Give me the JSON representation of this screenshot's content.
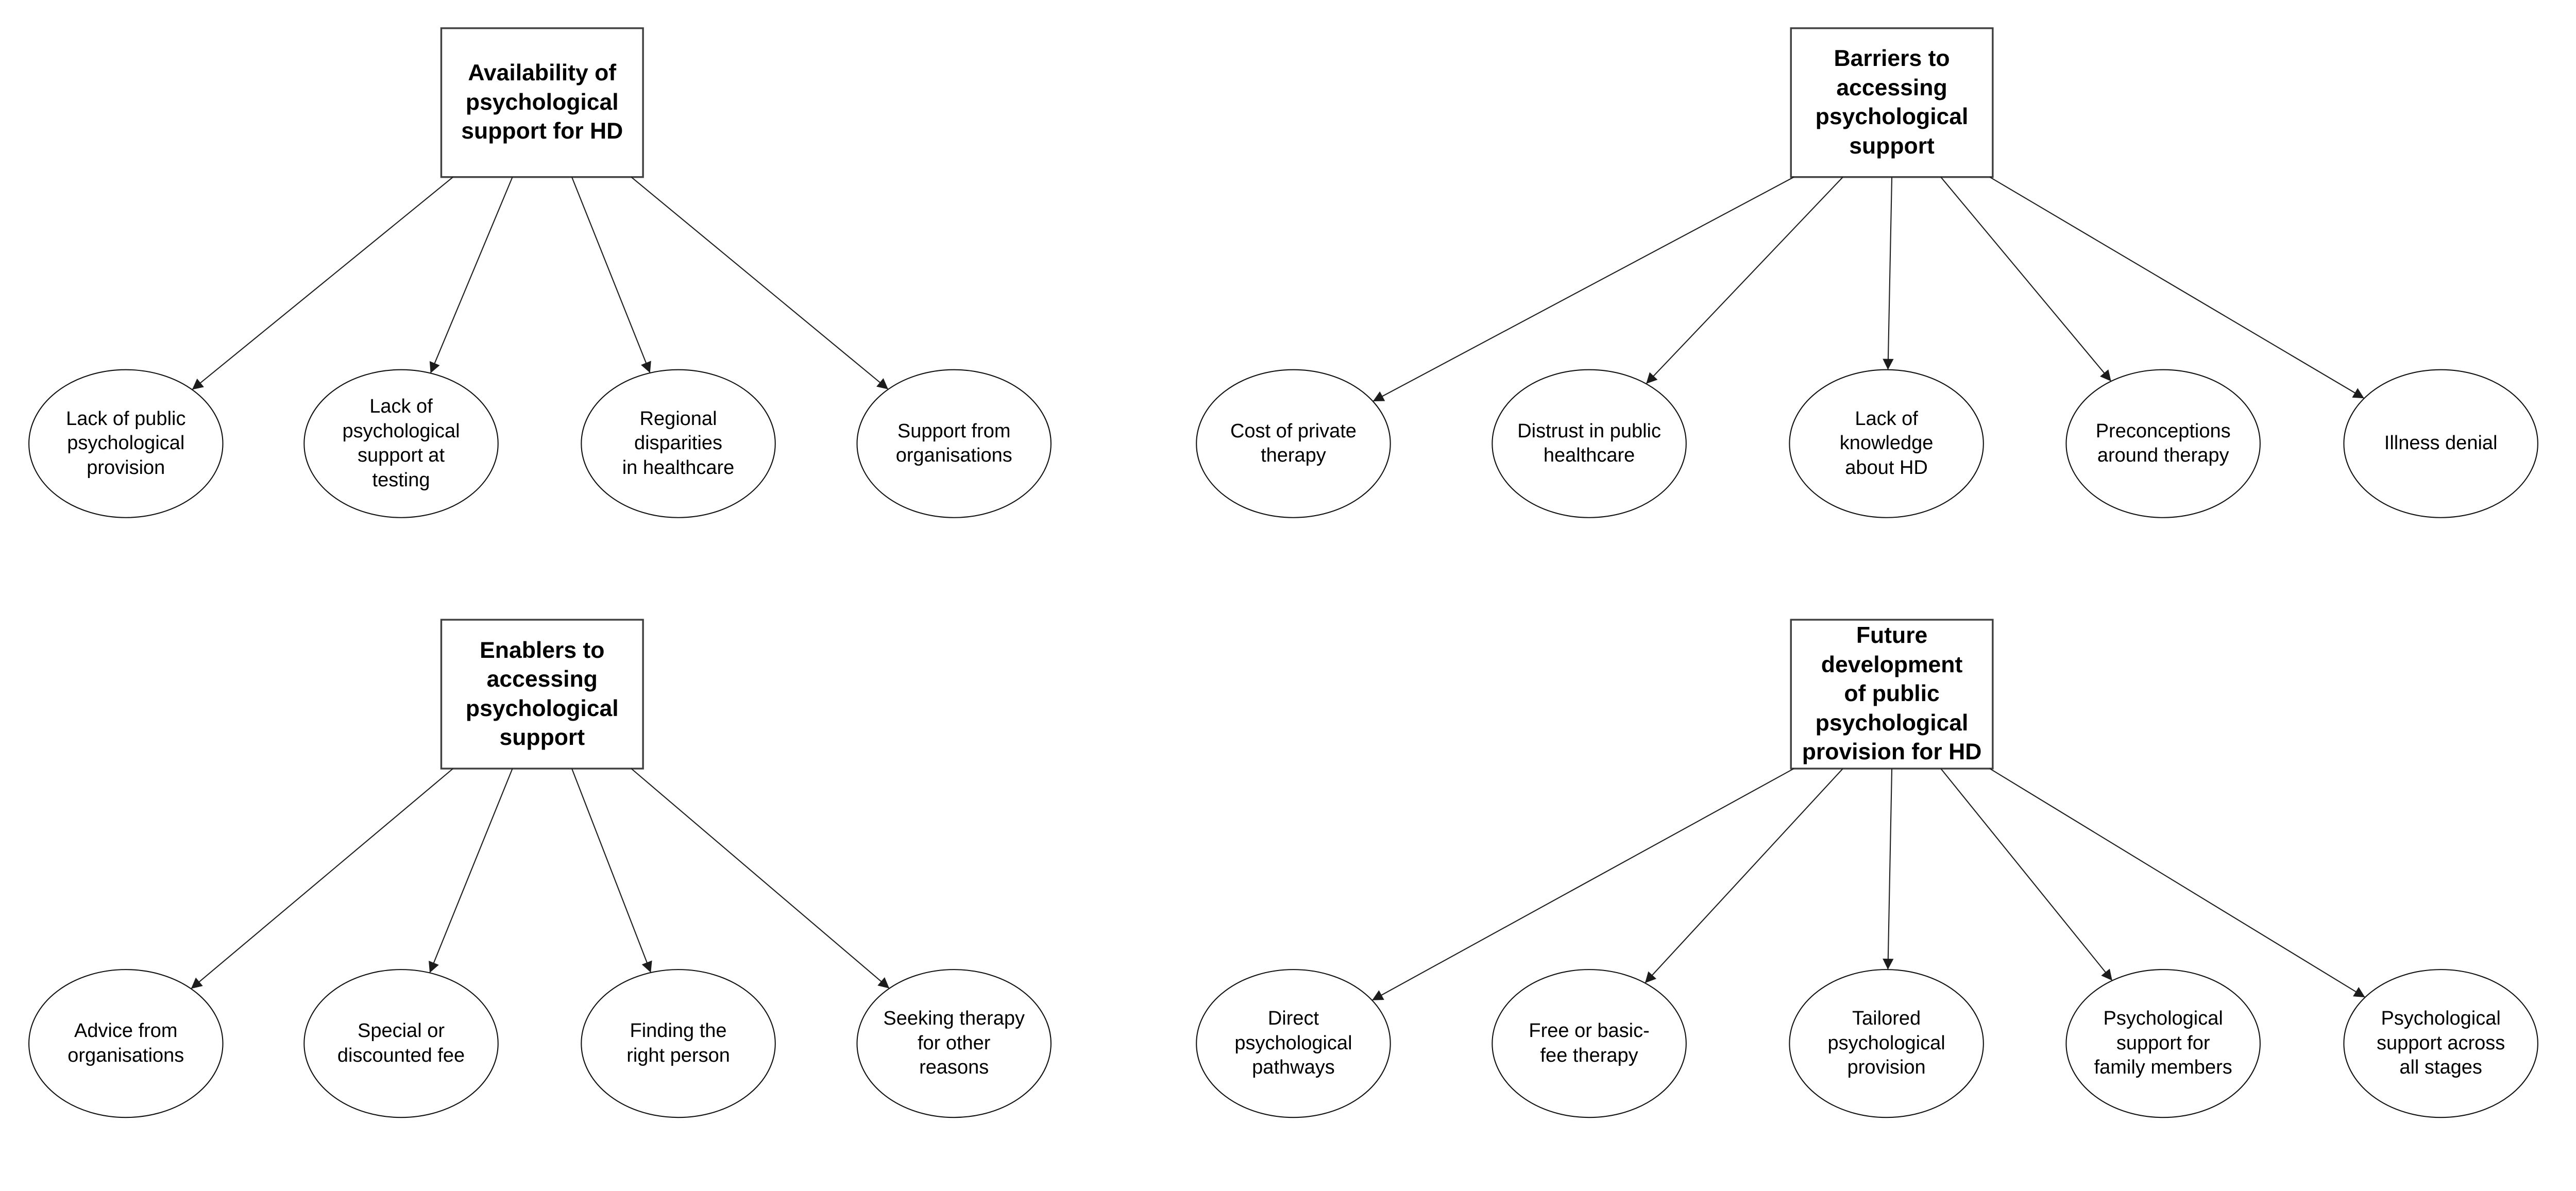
{
  "diagrams": [
    {
      "title": "Availability of\npsychological\nsupport for HD",
      "children": [
        "Lack of public\npsychological\nprovision",
        "Lack of\npsychological\nsupport at\ntesting",
        "Regional\ndisparities\nin healthcare",
        "Support from\norganisations"
      ]
    },
    {
      "title": "Barriers to\naccessing\npsychological\nsupport",
      "children": [
        "Cost of private\ntherapy",
        "Distrust in public\nhealthcare",
        "Lack of\nknowledge\nabout HD",
        "Preconceptions\naround therapy",
        "Illness denial"
      ]
    },
    {
      "title": "Enablers to\naccessing\npsychological\nsupport",
      "children": [
        "Advice from\norganisations",
        "Special or\ndiscounted fee",
        "Finding the\nright person",
        "Seeking therapy\nfor other\nreasons"
      ]
    },
    {
      "title": "Future\ndevelopment\nof public\npsychological\nprovision for HD",
      "children": [
        "Direct\npsychological\npathways",
        "Free or basic-\nfee therapy",
        "Tailored\npsychological\nprovision",
        "Psychological\nsupport for\nfamily members",
        "Psychological\nsupport across\nall stages"
      ]
    }
  ],
  "colors": {
    "background": "#ffffff",
    "box_border": "#3f3f3f",
    "ellipse_border": "#101010",
    "connector": "#1c1c1c",
    "text": "#000000"
  }
}
